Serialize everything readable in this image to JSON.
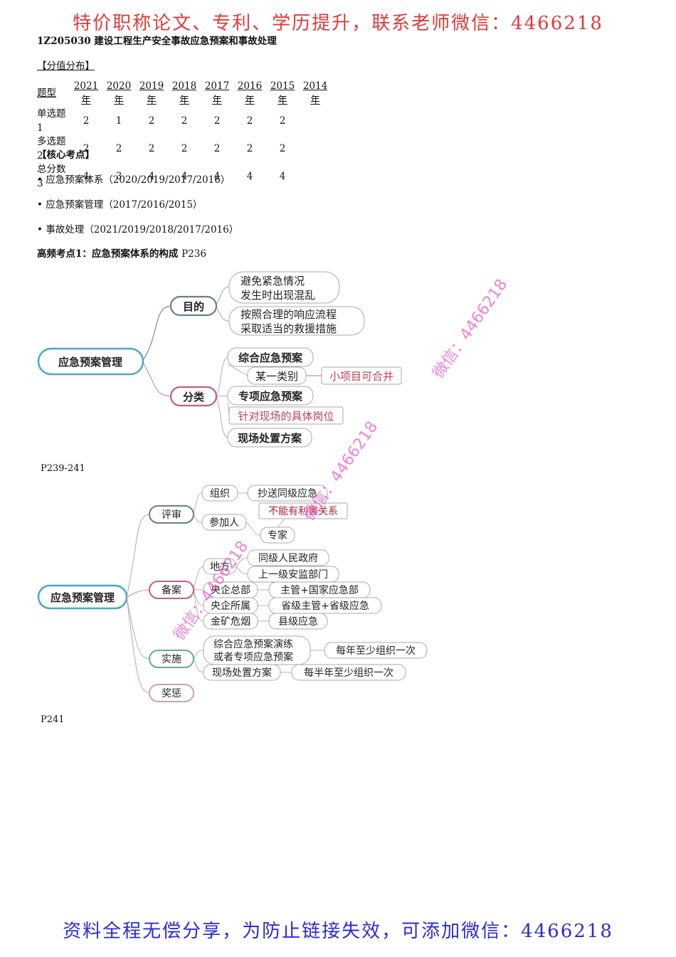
{
  "banners": {
    "top": "特价职称论文、专利、学历提升，联系老师微信：4466218",
    "bottom": "资料全程无偿分享，为防止链接失效，可添加微信：4466218"
  },
  "section_title": "1Z205030 建设工程生产安全事故应急预案和事故处理",
  "score_dist": {
    "heading": "【分值分布】",
    "header": [
      "题型",
      "2021年",
      "2020年",
      "2019年",
      "2018年",
      "2017年",
      "2016年",
      "2015年",
      "2014年"
    ],
    "rows": [
      [
        "单选题1",
        "2",
        "1",
        "2",
        "2",
        "2",
        "2",
        "2"
      ],
      [
        "多选题2",
        "2",
        "2",
        "2",
        "2",
        "2",
        "2",
        "2"
      ],
      [
        "总分数3",
        "4",
        "3",
        "4",
        "4",
        "4",
        "4",
        "4"
      ]
    ]
  },
  "core": {
    "heading": "【核心考点】",
    "items": [
      "• 应急预案体系（2020/2019/2017/2016）",
      "• 应急预案管理（2017/2016/2015）",
      "• 事故处理（2021/2019/2018/2017/2016）"
    ]
  },
  "point1": {
    "heading": "高频考点1：应急预案体系的构成 ",
    "page_ref": "P236"
  },
  "map1": {
    "root": "应急预案管理",
    "purpose": "目的",
    "purpose_items": [
      [
        "避免紧急情况",
        "发生时出现混乱"
      ],
      [
        "按照合理的响应流程",
        "采取适当的救援措施"
      ]
    ],
    "category": "分类",
    "comprehensive": "综合应急预案",
    "one_type": "某一类别",
    "merge_note": "小项目可合并",
    "special": "专项应急预案",
    "post_note": "针对现场的具体岗位",
    "onsite": "现场处置方案"
  },
  "page_ref2": "P239-241",
  "map2": {
    "root": "应急预案管理",
    "review": "评审",
    "organize": "组织",
    "cc": "抄送同级应急",
    "participants": "参加人",
    "no_interest": "不能有利害关系",
    "experts": "专家",
    "filing": "备案",
    "local": "地方",
    "same_gov": "同级人民政府",
    "upper_safety": "上一级安监部门",
    "soe_hq": "央企总部",
    "soe_hq_to": "主管+国家应急部",
    "soe_sub": "央企所属",
    "soe_sub_to": "省级主管+省级应急",
    "mine": "金矿危烟",
    "mine_to": "县级应急",
    "implement": "实施",
    "drill": [
      "综合应急预案演练",
      "或者专项应急预案"
    ],
    "drill_freq": "每年至少组织一次",
    "onsite": "现场处置方案",
    "onsite_freq": "每半年至少组织一次",
    "reward": "奖惩"
  },
  "page_ref3": "P241",
  "watermarks": [
    "微信：4466218",
    "微信：4466218",
    "微信：4466218"
  ],
  "colors": {
    "top_banner": "#e03a3a",
    "bottom_banner": "#2b2bd6",
    "root_border": "#4aa8c8",
    "purpose_border": "#6a7e92",
    "category_border": "#c06080",
    "note_text": "#c04058",
    "watermark": "#e85ac8"
  }
}
